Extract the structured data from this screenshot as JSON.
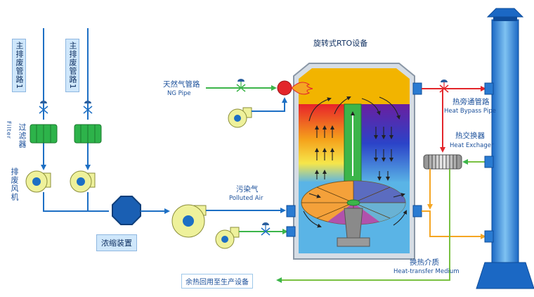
{
  "labels": {
    "duct1": "主排废管路1",
    "duct2": "主排废管路1",
    "filter_cn": "过滤器",
    "filter_en": "Filter",
    "exhaust_fan": "排废风机",
    "concentrator": "浓缩装置",
    "polluted_cn": "污染气",
    "polluted_en": "Polluted Air",
    "rto_title": "旋转式RTO设备",
    "ng_cn": "天然气管路",
    "ng_en": "NG Pipe",
    "bypass_cn": "热旁通管路",
    "bypass_en": "Heat Bypass Pipe",
    "hx_cn": "热交换器",
    "hx_en": "Heat Exchager",
    "medium_cn": "换热介质",
    "medium_en": "Heat-transfer Medium",
    "reuse": "余热回用至生产设备"
  },
  "colors": {
    "pipe_blue": "#1d6fc4",
    "bypass_red": "#e3262b",
    "ng_green": "#3cb54a",
    "medium_orange": "#f5a623",
    "filter_green": "#2db34a",
    "vessel_top": "#f2b400",
    "vessel_bottom": "#5ab4e6"
  }
}
